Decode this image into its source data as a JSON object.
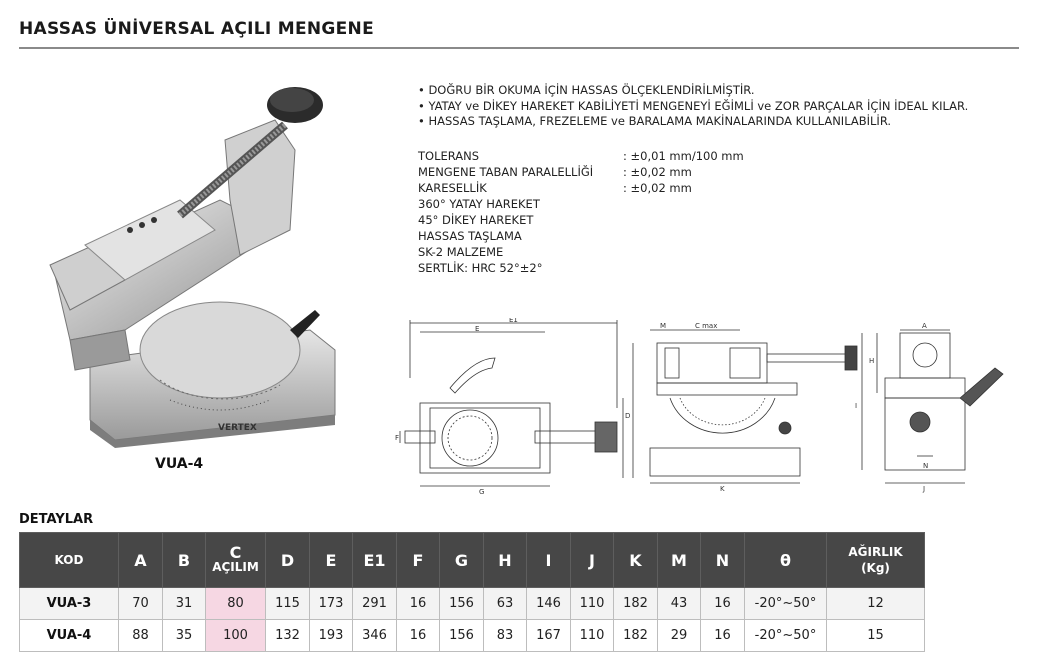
{
  "title": "HASSAS ÜNİVERSAL AÇILI MENGENE",
  "photo": {
    "model_caption": "VUA-4",
    "logo_text": "VERTEX"
  },
  "features": [
    "• DOĞRU BİR OKUMA İÇİN HASSAS ÖLÇEKLENDİRİLMİŞTİR.",
    "• YATAY ve DİKEY HAREKET KABİLİYETİ MENGENEYİ EĞİMLİ ve ZOR PARÇALAR İÇİN İDEAL KILAR.",
    "• HASSAS TAŞLAMA, FREZELEME ve BARALAMA MAKİNALARINDA KULLANILABİLİR."
  ],
  "specs": [
    {
      "key": "TOLERANS",
      "value": ": ±0,01 mm/100 mm"
    },
    {
      "key": "MENGENE TABAN PARALELLİĞİ",
      "value": ": ±0,02 mm"
    },
    {
      "key": "KARESELLİK",
      "value": ": ±0,02 mm"
    },
    {
      "key": "360° YATAY HAREKET",
      "value": ""
    },
    {
      "key": "45° DİKEY HAREKET",
      "value": ""
    },
    {
      "key": "HASSAS TAŞLAMA",
      "value": ""
    },
    {
      "key": "SK-2 MALZEME",
      "value": ""
    },
    {
      "key": "SERTLİK: HRC 52°±2°",
      "value": ""
    }
  ],
  "drawing_labels": {
    "E1": "E1",
    "E": "E",
    "F": "F",
    "G": "G",
    "D": "D",
    "M": "M",
    "Cmax": "C max",
    "K": "K",
    "A": "A",
    "H": "H",
    "I": "I",
    "J": "J",
    "N": "N"
  },
  "details_title": "DETAYLAR",
  "table": {
    "headers": {
      "kod": "KOD",
      "a": "A",
      "b": "B",
      "c": "C",
      "c_sub": "AÇILIM",
      "d": "D",
      "e": "E",
      "e1": "E1",
      "f": "F",
      "g": "G",
      "h": "H",
      "i": "I",
      "j": "J",
      "k": "K",
      "m": "M",
      "n": "N",
      "theta": "θ",
      "weight1": "AĞIRLIK",
      "weight2": "(Kg)"
    },
    "rows": [
      {
        "kod": "VUA-3",
        "a": "70",
        "b": "31",
        "c": "80",
        "d": "115",
        "e": "173",
        "e1": "291",
        "f": "16",
        "g": "156",
        "h": "63",
        "i": "146",
        "j": "110",
        "k": "182",
        "m": "43",
        "n": "16",
        "theta": "-20°~50°",
        "weight": "12"
      },
      {
        "kod": "VUA-4",
        "a": "88",
        "b": "35",
        "c": "100",
        "d": "132",
        "e": "193",
        "e1": "346",
        "f": "16",
        "g": "156",
        "h": "83",
        "i": "167",
        "j": "110",
        "k": "182",
        "m": "29",
        "n": "16",
        "theta": "-20°~50°",
        "weight": "15"
      }
    ]
  }
}
